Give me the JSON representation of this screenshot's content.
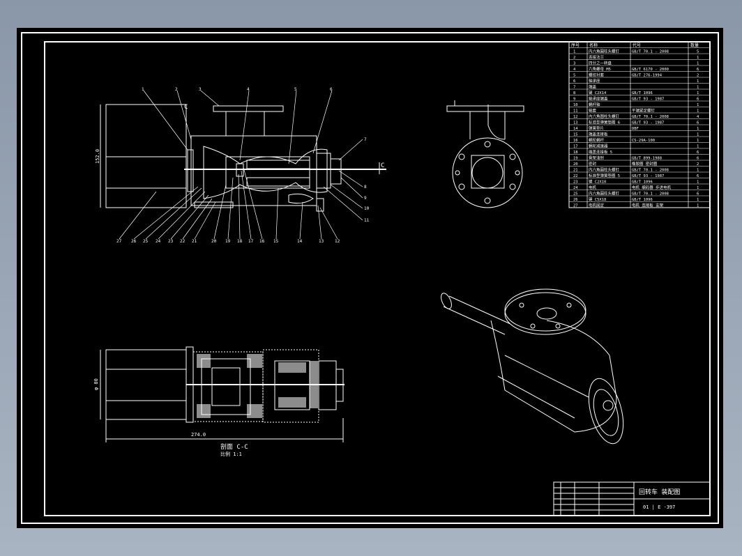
{
  "drawing": {
    "title": "回转车 装配图",
    "drawing_number": "01 | E -397",
    "section_label": "剖面 C-C",
    "section_scale": "比例 1:1",
    "dimension_length": "274.0",
    "dimension_height": "152.0",
    "dimension_diameter": "φ 80",
    "section_mark": "C"
  },
  "bom": {
    "header": [
      "序号",
      "名称",
      "代号",
      "数量"
    ],
    "rows": [
      {
        "no": "1",
        "name": "内六角圆柱头螺钉",
        "code": "GB/T 70.1 - 2008",
        "qty": "5"
      },
      {
        "no": "2",
        "name": "连接法兰",
        "code": "",
        "qty": "1"
      },
      {
        "no": "3",
        "name": "四分之一转盘",
        "code": "",
        "qty": "1"
      },
      {
        "no": "4",
        "name": "六角螺母 M5",
        "code": "GB/T 6170 - 2000",
        "qty": "6"
      },
      {
        "no": "5",
        "name": "螺纹衬套",
        "code": "GB/T 276-1994",
        "qty": "2"
      },
      {
        "no": "6",
        "name": "轴承座",
        "code": "",
        "qty": "1"
      },
      {
        "no": "7",
        "name": "端盖",
        "code": "",
        "qty": "1"
      },
      {
        "no": "8",
        "name": "键 C2X14",
        "code": "GB/T 1096",
        "qty": "1"
      },
      {
        "no": "9",
        "name": "轴承座端盖",
        "code": "GB/T 93 - 1987",
        "qty": "6"
      },
      {
        "no": "10",
        "name": "蜗杆轴",
        "code": "",
        "qty": "1"
      },
      {
        "no": "11",
        "name": "轴套",
        "code": "平端紧定螺钉",
        "qty": "1"
      },
      {
        "no": "12",
        "name": "内六角圆柱头螺钉",
        "code": "GB/T 70.1 - 2008",
        "qty": "4"
      },
      {
        "no": "13",
        "name": "标准型弹簧垫圈 6",
        "code": "GB/T 93 - 1987",
        "qty": "6"
      },
      {
        "no": "14",
        "name": "弹簧垫片",
        "code": "DBF",
        "qty": "1"
      },
      {
        "no": "15",
        "name": "端盖连接板",
        "code": "",
        "qty": "1"
      },
      {
        "no": "16",
        "name": "蜗轮蜗杆",
        "code": "CS-29A-100",
        "qty": "1"
      },
      {
        "no": "17",
        "name": "蜗轮减速器",
        "code": "",
        "qty": "1"
      },
      {
        "no": "18",
        "name": "端盖连接板 5",
        "code": "",
        "qty": "6"
      },
      {
        "no": "19",
        "name": "骨架油封",
        "code": "GB/T 899-1988",
        "qty": "6"
      },
      {
        "no": "20",
        "name": "密封",
        "code": "橡胶圈 密封圈",
        "qty": "2"
      },
      {
        "no": "21",
        "name": "内六角圆柱头螺钉",
        "code": "GB/T 70.1 - 2008",
        "qty": "1"
      },
      {
        "no": "22",
        "name": "标准型弹簧垫圈 5",
        "code": "GB/T 93 - 1987",
        "qty": "6"
      },
      {
        "no": "23",
        "name": "键 C2X10",
        "code": "GB/T 1096",
        "qty": "1"
      },
      {
        "no": "24",
        "name": "电机",
        "code": "电机 编码器 步进电机",
        "qty": "1"
      },
      {
        "no": "25",
        "name": "内六角圆柱头螺钉",
        "code": "GB/T 70.1 - 2008",
        "qty": "6"
      },
      {
        "no": "26",
        "name": "键 C5X18",
        "code": "GB/T 1096",
        "qty": "1"
      },
      {
        "no": "27",
        "name": "电机固定",
        "code": "电机 连接板 支架",
        "qty": "1"
      }
    ]
  },
  "balloons_top": [
    "1",
    "2",
    "3",
    "4",
    "5",
    "6"
  ],
  "balloons_right": [
    "7",
    "8",
    "9",
    "10",
    "11"
  ],
  "balloons_bottom": [
    "27",
    "26",
    "25",
    "24",
    "23",
    "22",
    "21",
    "20",
    "19",
    "18",
    "17",
    "16",
    "15",
    "14",
    "13",
    "12"
  ]
}
